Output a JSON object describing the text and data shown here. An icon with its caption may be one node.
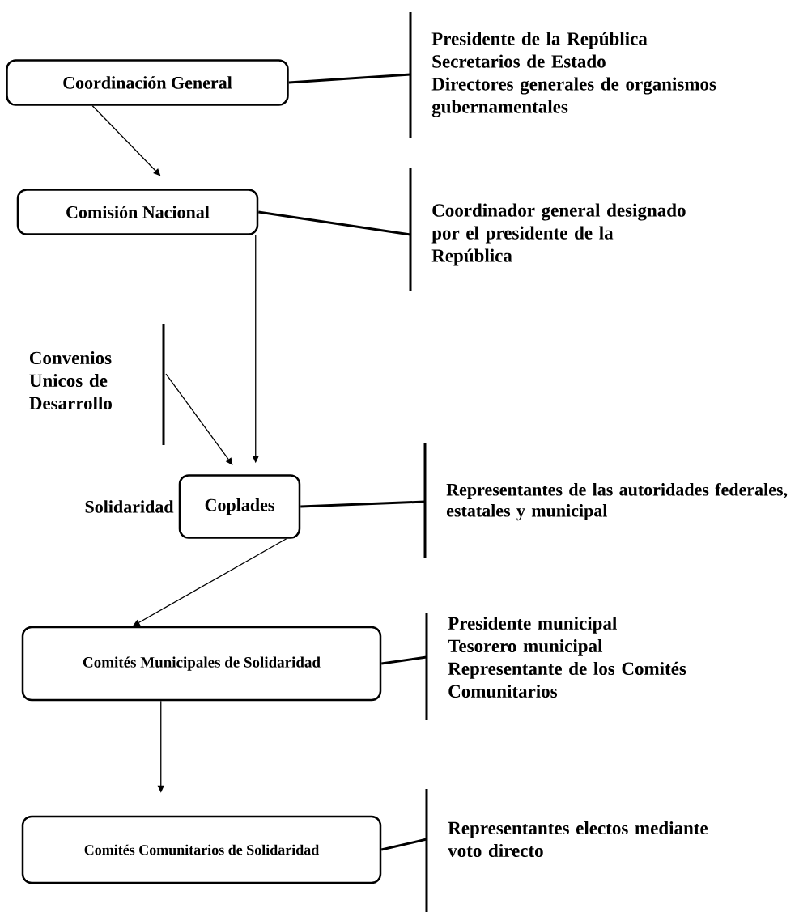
{
  "diagram": {
    "nodes": [
      {
        "text": [
          "Coordinación General"
        ]
      },
      {
        "text": [
          "Presidente de la República",
          "Secretarios de Estado",
          "Directores generales de organismos gubernamentales"
        ]
      },
      {
        "text": [
          "Comisión Nacional"
        ]
      },
      {
        "text": [
          "Coordinador general designado por el presidente de la República"
        ]
      },
      {
        "text": [
          "Convenios Unicos de Desarrollo"
        ]
      },
      {
        "text": [
          "Coplades"
        ],
        "beside": [
          "Solidaridad"
        ]
      },
      {
        "text": [
          "Representantes de las autoridades federales, estatales y municipal"
        ]
      },
      {
        "text": [
          "Comités Municipales de Solidaridad"
        ]
      },
      {
        "text": [
          "Presidente municipal",
          "Tesorero municipal",
          "Representante de los Comités Comunitarios"
        ]
      },
      {
        "text": [
          "Comités Comunitarios de Solidaridad"
        ]
      },
      {
        "text": [
          "Representantes electos mediante voto directo"
        ]
      }
    ],
    "edges": [
      {
        "from": 0,
        "to": 1,
        "arrow": "none",
        "style": "thick"
      },
      {
        "from": 0,
        "to": 2,
        "arrow": "to"
      },
      {
        "from": 2,
        "to": 3,
        "arrow": "none",
        "style": "thick"
      },
      {
        "from": 2,
        "to": 5,
        "arrow": "to"
      },
      {
        "from": 4,
        "to": 5,
        "arrow": "to"
      },
      {
        "from": 5,
        "to": 6,
        "arrow": "none",
        "style": "thick"
      },
      {
        "from": 5,
        "to": 7,
        "arrow": "to"
      },
      {
        "from": 7,
        "to": 8,
        "arrow": "none",
        "style": "thick"
      },
      {
        "from": 7,
        "to": 9,
        "arrow": "to"
      },
      {
        "from": 9,
        "to": 10,
        "arrow": "none",
        "style": "thick"
      }
    ]
  }
}
